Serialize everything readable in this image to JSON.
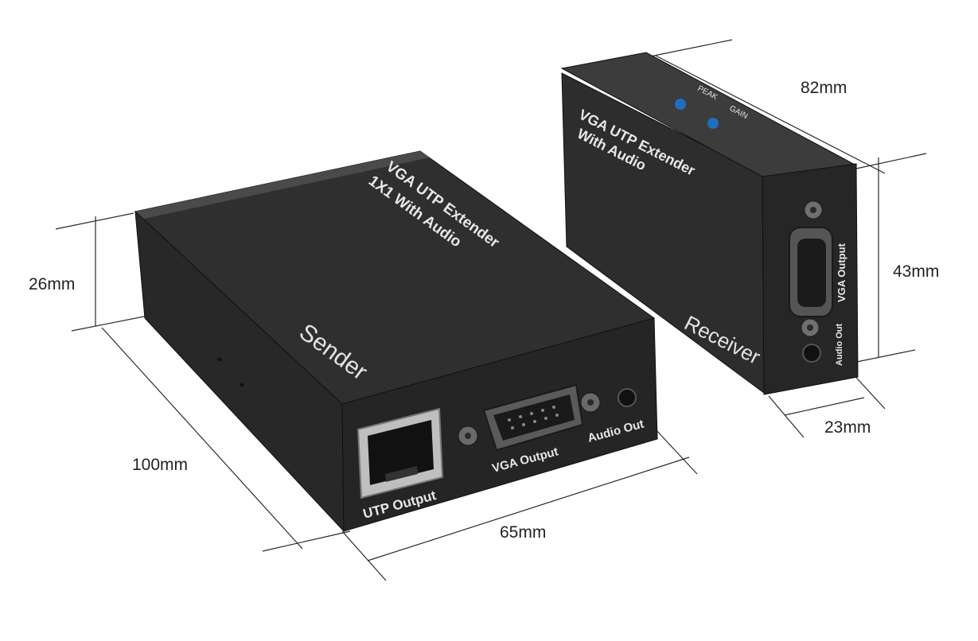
{
  "dimensions": {
    "width_sender": "65mm",
    "length_sender": "100mm",
    "height_sender": "26mm",
    "length_receiver": "82mm",
    "height_receiver": "43mm",
    "depth_receiver": "23mm"
  },
  "sender": {
    "top_line1": "VGA UTP Extender",
    "top_line2": "1X1 With Audio",
    "name": "Sender",
    "port_utp": "UTP Output",
    "port_vga": "VGA Output",
    "port_audio": "Audio Out"
  },
  "receiver": {
    "line1": "VGA UTP Extender",
    "line2": "With Audio",
    "name": "Receiver",
    "port_vga": "VGA Output",
    "port_audio": "Audio Out",
    "knob1": "PEAK",
    "knob2": "GAIN"
  },
  "colors": {
    "body_dark": "#2b2b2b",
    "body_mid": "#3a3a3a",
    "knob_blue": "#1e6fc0"
  }
}
